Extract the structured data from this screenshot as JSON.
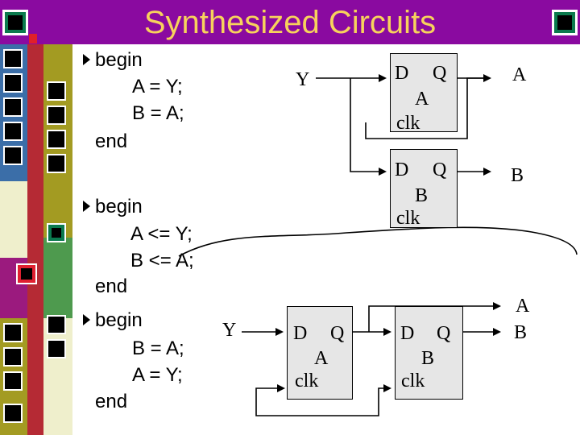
{
  "title": "Synthesized Circuits",
  "blocks": [
    {
      "keyword": "begin",
      "lines": [
        "A = Y;",
        "B = A;"
      ],
      "end": "end"
    },
    {
      "keyword": "begin",
      "lines": [
        "A <= Y;",
        "B <= A;"
      ],
      "end": "end"
    },
    {
      "keyword": "begin",
      "lines": [
        "B = A;",
        "A = Y;"
      ],
      "end": "end"
    }
  ],
  "circuit1": {
    "input": "Y",
    "ff_top": {
      "d": "D",
      "q": "Q",
      "name": "A",
      "clk": "clk"
    },
    "ff_bottom": {
      "d": "D",
      "q": "Q",
      "name": "B",
      "clk": "clk"
    },
    "out_top": "A",
    "out_bottom": "B"
  },
  "circuit2": {
    "input": "Y",
    "ff_left": {
      "d": "D",
      "q": "Q",
      "name": "A",
      "clk": "clk"
    },
    "ff_right": {
      "d": "D",
      "q": "Q",
      "name": "B",
      "clk": "clk"
    },
    "out_top": "A",
    "out_bottom": "B"
  },
  "colors": {
    "title_bar": "#8a0aa0",
    "title_text": "#f7d25c",
    "strip_blue": "#3b6ea8",
    "strip_olive": "#a39b22",
    "strip_magenta": "#9b1a7e",
    "strip_pale": "#efefcc",
    "strip_red": "#b52a34",
    "strip_green": "#4e9a4e",
    "box_fill": "#e6e6e6"
  }
}
